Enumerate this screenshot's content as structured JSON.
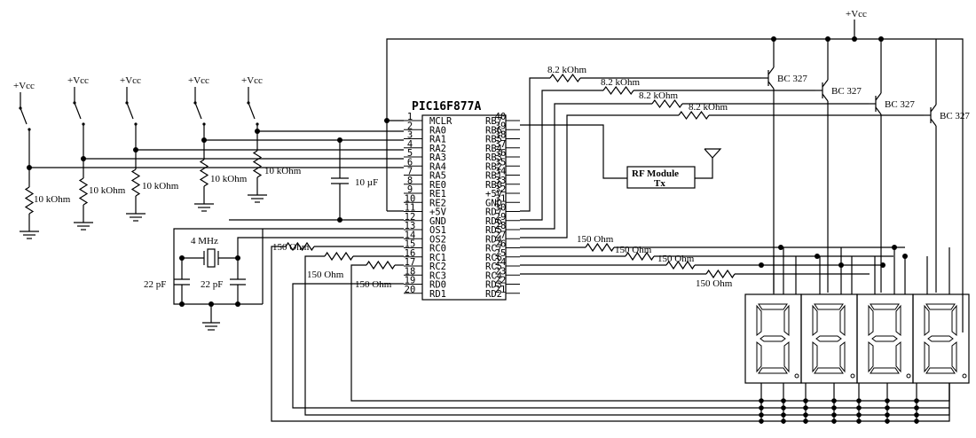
{
  "mcu": {
    "name": "PIC16F877A",
    "left_pins": [
      {
        "num": "1",
        "name": "MCLR"
      },
      {
        "num": "2",
        "name": "RA0"
      },
      {
        "num": "3",
        "name": "RA1"
      },
      {
        "num": "4",
        "name": "RA2"
      },
      {
        "num": "5",
        "name": "RA3"
      },
      {
        "num": "6",
        "name": "RA4"
      },
      {
        "num": "7",
        "name": "RA5"
      },
      {
        "num": "8",
        "name": "RE0"
      },
      {
        "num": "9",
        "name": "RE1"
      },
      {
        "num": "10",
        "name": "RE2"
      },
      {
        "num": "11",
        "name": "+5V"
      },
      {
        "num": "12",
        "name": "GND"
      },
      {
        "num": "13",
        "name": "OS1"
      },
      {
        "num": "14",
        "name": "OS2"
      },
      {
        "num": "15",
        "name": "RC0"
      },
      {
        "num": "16",
        "name": "RC1"
      },
      {
        "num": "17",
        "name": "RC2"
      },
      {
        "num": "18",
        "name": "RC3"
      },
      {
        "num": "19",
        "name": "RD0"
      },
      {
        "num": "20",
        "name": "RD1"
      }
    ],
    "right_pins": [
      {
        "num": "40",
        "name": "RB7"
      },
      {
        "num": "39",
        "name": "RB6"
      },
      {
        "num": "38",
        "name": "RB5"
      },
      {
        "num": "37",
        "name": "RB4"
      },
      {
        "num": "36",
        "name": "RB3"
      },
      {
        "num": "35",
        "name": "RB2"
      },
      {
        "num": "34",
        "name": "RB1"
      },
      {
        "num": "33",
        "name": "RB0"
      },
      {
        "num": "32",
        "name": "+5V"
      },
      {
        "num": "31",
        "name": "GND"
      },
      {
        "num": "30",
        "name": "RD7"
      },
      {
        "num": "29",
        "name": "RD6"
      },
      {
        "num": "28",
        "name": "RD5"
      },
      {
        "num": "27",
        "name": "RD4"
      },
      {
        "num": "26",
        "name": "RC7"
      },
      {
        "num": "25",
        "name": "RC6"
      },
      {
        "num": "24",
        "name": "RC5"
      },
      {
        "num": "23",
        "name": "RC4"
      },
      {
        "num": "22",
        "name": "RD3"
      },
      {
        "num": "21",
        "name": "RD2"
      }
    ]
  },
  "supply_label": "+Vcc",
  "switch_pulldowns": [
    "10 kOhm",
    "10 kOhm",
    "10 kOhm",
    "10 kOhm",
    "10 kOhm"
  ],
  "transistors": {
    "label": "BC 327",
    "base_resistor": "8.2 kOhm"
  },
  "segment_resistors": [
    "150 Ohm",
    "150 Ohm",
    "150 Ohm",
    "150 Ohm",
    "150 Ohm",
    "150 Ohm",
    "150 Ohm"
  ],
  "crystal": {
    "freq": "4 MHz",
    "cap1": "22 pF",
    "cap2": "22 pF"
  },
  "decoupling_cap": "10 µF",
  "rf_module": {
    "line1": "RF Module",
    "line2": "Tx"
  }
}
